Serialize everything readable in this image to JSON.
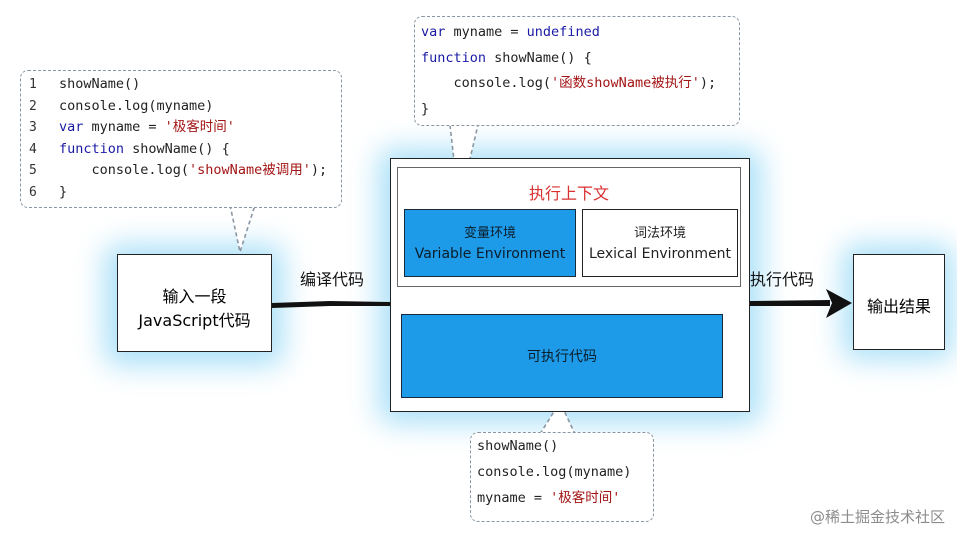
{
  "code_callout_left": {
    "lines": [
      {
        "num": "1",
        "parts": [
          {
            "t": "showName()",
            "c": ""
          }
        ]
      },
      {
        "num": "2",
        "parts": [
          {
            "t": "console.log(myname)",
            "c": ""
          }
        ]
      },
      {
        "num": "3",
        "parts": [
          {
            "t": "var",
            "c": "kw"
          },
          {
            "t": " myname = ",
            "c": ""
          },
          {
            "t": "'极客时间'",
            "c": "str"
          }
        ]
      },
      {
        "num": "4",
        "parts": [
          {
            "t": "function",
            "c": "kw"
          },
          {
            "t": " showName() {",
            "c": ""
          }
        ]
      },
      {
        "num": "5",
        "parts": [
          {
            "t": "    console.log(",
            "c": ""
          },
          {
            "t": "'showName被调用'",
            "c": "str"
          },
          {
            "t": ");",
            "c": ""
          }
        ]
      },
      {
        "num": "6",
        "parts": [
          {
            "t": "}",
            "c": ""
          }
        ]
      }
    ]
  },
  "code_callout_top": {
    "lines": [
      {
        "parts": [
          {
            "t": "var",
            "c": "kw"
          },
          {
            "t": " myname = ",
            "c": ""
          },
          {
            "t": "undefined",
            "c": "kw"
          }
        ]
      },
      {
        "parts": [
          {
            "t": "function",
            "c": "kw"
          },
          {
            "t": " showName() {",
            "c": ""
          }
        ]
      },
      {
        "parts": [
          {
            "t": "    console.log(",
            "c": ""
          },
          {
            "t": "'函数showName被执行'",
            "c": "str"
          },
          {
            "t": ");",
            "c": ""
          }
        ]
      },
      {
        "parts": [
          {
            "t": "}",
            "c": ""
          }
        ]
      }
    ]
  },
  "code_callout_bottom": {
    "lines": [
      {
        "parts": [
          {
            "t": "showName()",
            "c": ""
          }
        ]
      },
      {
        "parts": [
          {
            "t": "console.log(myname)",
            "c": ""
          }
        ]
      },
      {
        "parts": [
          {
            "t": "myname = ",
            "c": ""
          },
          {
            "t": "'极客时间'",
            "c": "str"
          }
        ]
      }
    ]
  },
  "input_box": {
    "line1": "输入一段",
    "line2": "JavaScript代码"
  },
  "compile_label": "编译代码",
  "execute_label": "执行代码",
  "output_box": {
    "label": "输出结果"
  },
  "context": {
    "title": "执行上下文",
    "variable_env": {
      "zh": "变量环境",
      "en": "Variable Environment"
    },
    "lexical_env": {
      "zh": "词法环境",
      "en": "Lexical Environment"
    },
    "executable_code": "可执行代码"
  },
  "watermark": "@稀土掘金技术社区",
  "colors": {
    "accent_blue": "#1e9be8",
    "title_red": "#d93030",
    "glow": "#9fdcf7",
    "keyword": "#1a1aa6",
    "string": "#a31515"
  }
}
